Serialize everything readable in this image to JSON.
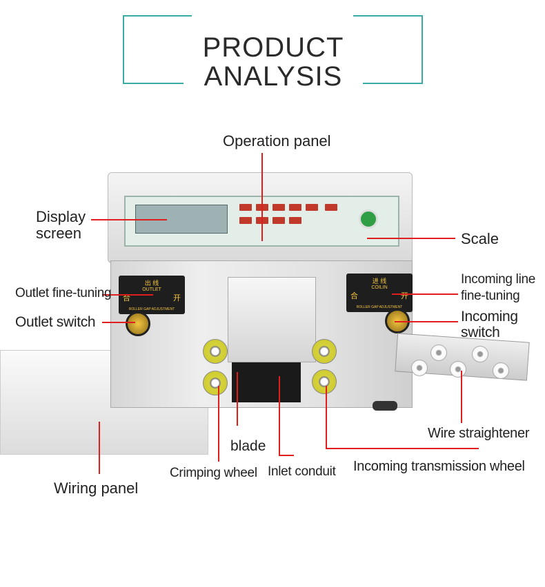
{
  "header": {
    "title_line1": "PRODUCT",
    "title_line2": "ANALYSIS"
  },
  "labels": {
    "operation_panel": "Operation panel",
    "display_screen_1": "Display",
    "display_screen_2": "screen",
    "scale": "Scale",
    "outlet_fine_tuning": "Outlet fine-tuning",
    "outlet_switch": "Outlet switch",
    "incoming_line_1": "Incoming line",
    "incoming_line_2": "fine-tuning",
    "incoming_switch_1": "Incoming",
    "incoming_switch_2": "switch",
    "wire_straightener": "Wire straightener",
    "blade": "blade",
    "crimping_wheel": "Crimping wheel",
    "inlet_conduit": "Inlet conduit",
    "incoming_transmission_wheel": "Incoming transmission wheel",
    "wiring_panel": "Wiring panel"
  },
  "machine": {
    "left_dial": {
      "cn": "出 线",
      "en": "OUTLET",
      "sub": "ROLLER GAP ADJUSTMENT",
      "close": "合",
      "open": "开"
    },
    "right_dial": {
      "cn": "进 线",
      "en": "COILIN",
      "sub": "ROLLER GAP ADJUSTMENT",
      "close": "合",
      "open": "开"
    }
  },
  "colors": {
    "accent_teal": "#3aaaa5",
    "pointer_red": "#e01e1e",
    "roller_yellow": "#d6d23a"
  }
}
